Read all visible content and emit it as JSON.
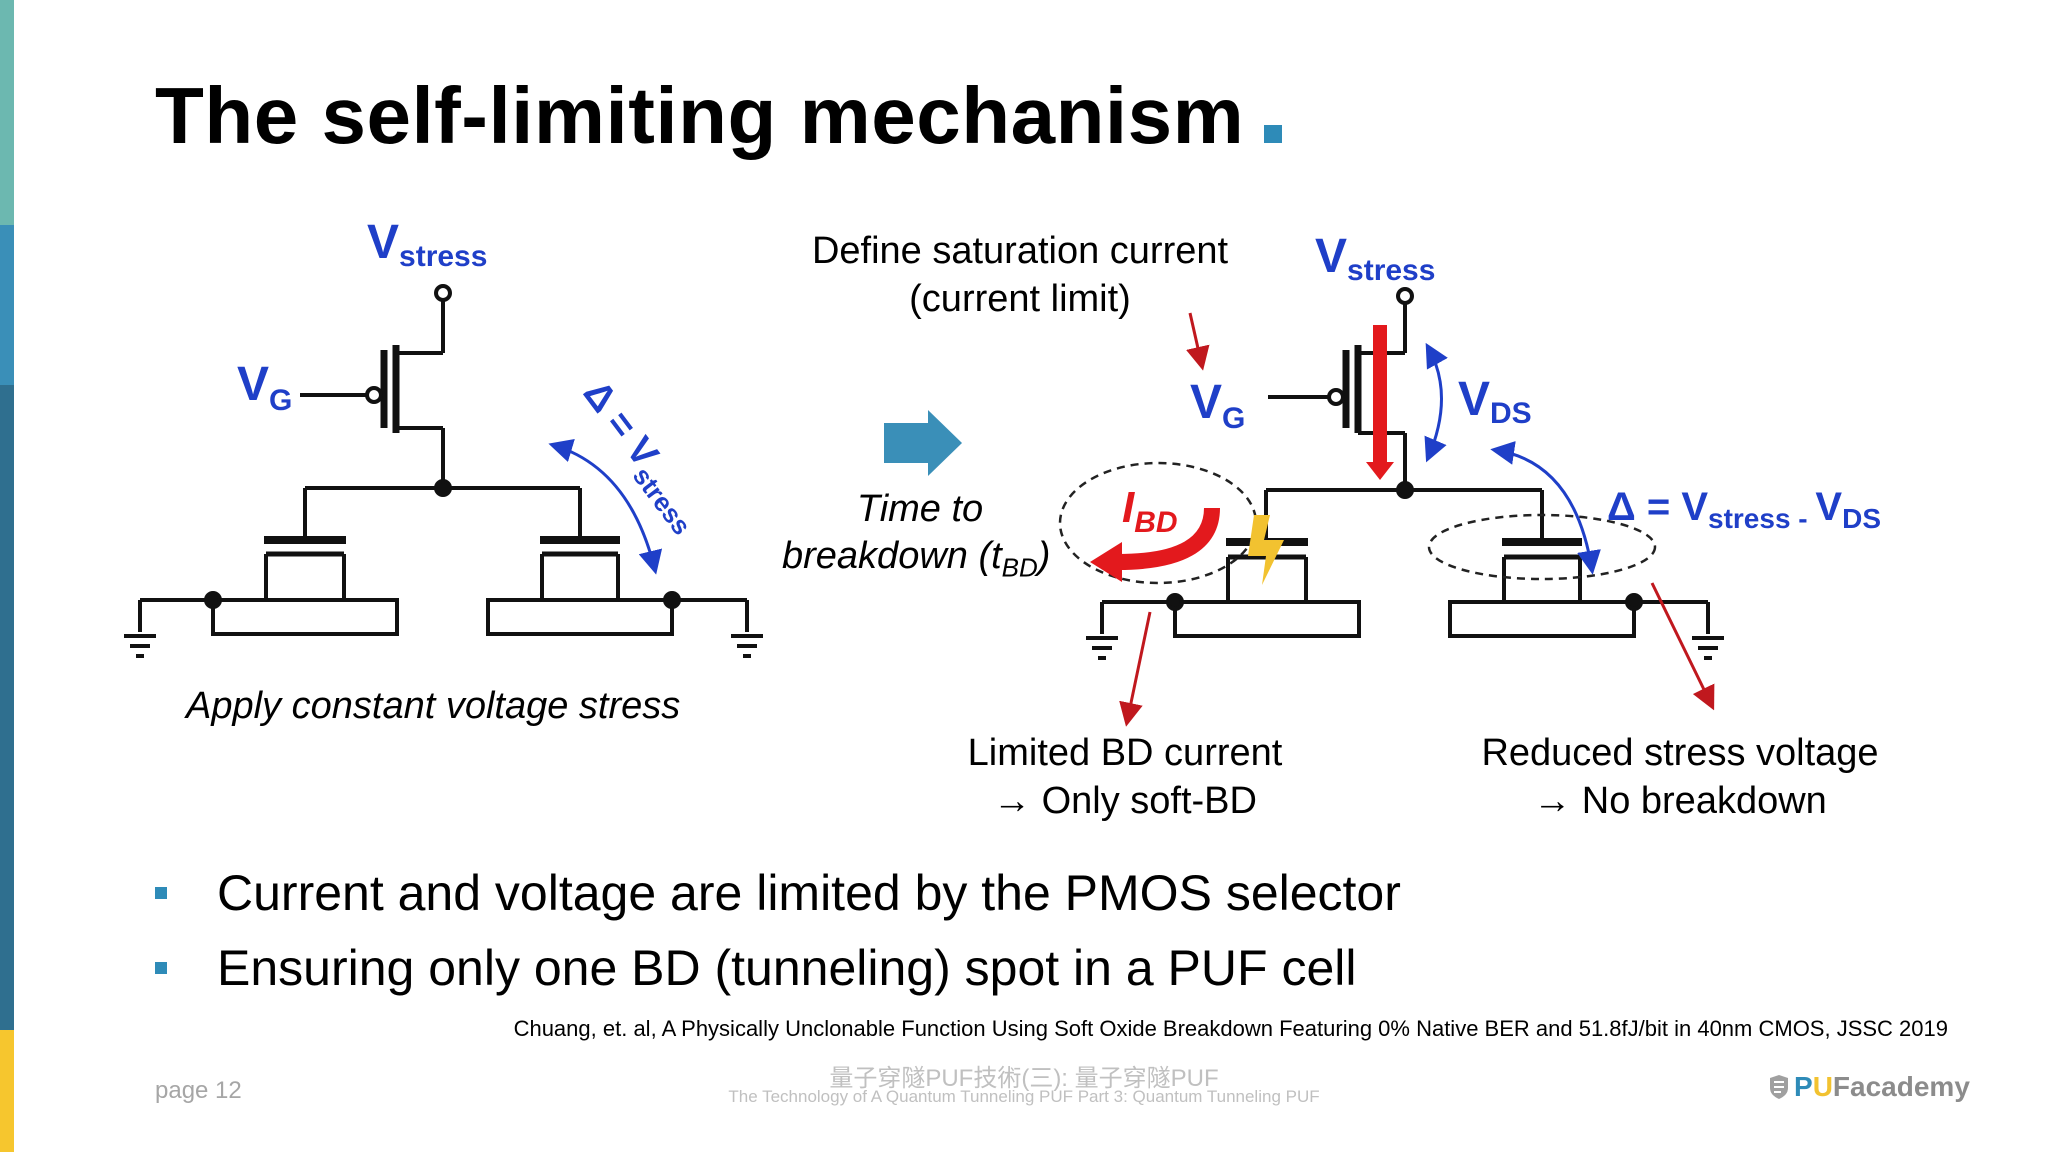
{
  "slide": {
    "title": "The self-limiting mechanism",
    "accent_color": "#2e8bb8",
    "sidebar_colors": [
      "#6cb8b0",
      "#3a8fb8",
      "#2f6f8f",
      "#f6c62e"
    ]
  },
  "left_circuit": {
    "vstress_main": "V",
    "vstress_sub": "stress",
    "vg_main": "V",
    "vg_sub": "G",
    "delta_label": "Δ = V",
    "delta_sub": "stress",
    "caption": "Apply constant voltage stress"
  },
  "transition": {
    "arrow_icon": "right-arrow-icon",
    "line1": "Time to",
    "line2_prefix": "breakdown (t",
    "line2_sub": "BD",
    "line2_suffix": ")"
  },
  "right_circuit": {
    "annotation_line1": "Define saturation current",
    "annotation_line2": "(current limit)",
    "vstress_main": "V",
    "vstress_sub": "stress",
    "vg_main": "V",
    "vg_sub": "G",
    "vds_main": "V",
    "vds_sub": "DS",
    "ibd_main": "I",
    "ibd_sub": "BD",
    "delta_prefix": "Δ = V",
    "delta_sub1": "stress - ",
    "delta_main2": "V",
    "delta_sub2": "DS",
    "note_left_line1": "Limited BD current",
    "note_left_line2": "→ Only soft-BD",
    "note_right_line1": "Reduced stress voltage",
    "note_right_line2": "→ No breakdown"
  },
  "bullets": [
    "Current and voltage are limited by the PMOS selector",
    "Ensuring only one BD (tunneling) spot in a PUF cell"
  ],
  "reference": "Chuang, et. al, A Physically Unclonable Function Using Soft Oxide Breakdown Featuring 0% Native BER and 51.8fJ/bit in 40nm CMOS, JSSC 2019",
  "footer": {
    "page": "page 12",
    "chinese_title": "量子穿隧PUF技術(三): 量子穿隧PUF",
    "english_title": "The Technology of A Quantum Tunneling PUF Part 3: Quantum Tunneling PUF",
    "logo_p": "P",
    "logo_u": "U",
    "logo_rest": "Facademy"
  }
}
